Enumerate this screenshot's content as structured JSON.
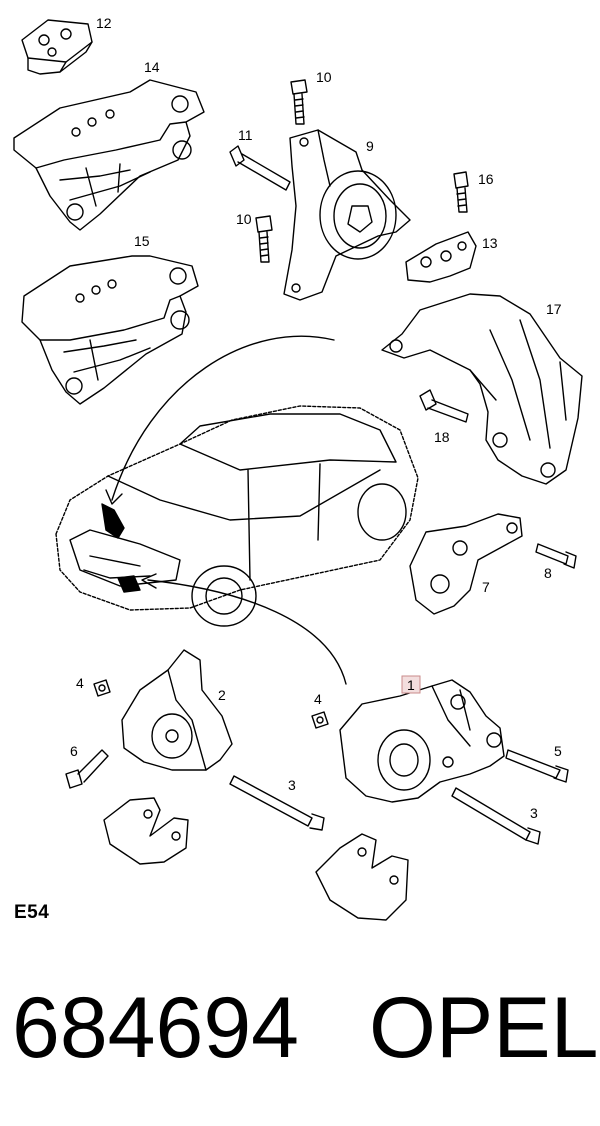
{
  "diagram": {
    "callouts": {
      "c1": "1",
      "c2": "2",
      "c3a": "3",
      "c3b": "3",
      "c4a": "4",
      "c4b": "4",
      "c5": "5",
      "c6": "6",
      "c7": "7",
      "c8": "8",
      "c9": "9",
      "c10a": "10",
      "c10b": "10",
      "c11": "11",
      "c12": "12",
      "c13": "13",
      "c14": "14",
      "c15": "15",
      "c16": "16",
      "c17": "17",
      "c18": "18"
    },
    "highlight_color": "#f3dede"
  },
  "figure_code": "E54",
  "part_number": "684694",
  "brand": "OPEL"
}
